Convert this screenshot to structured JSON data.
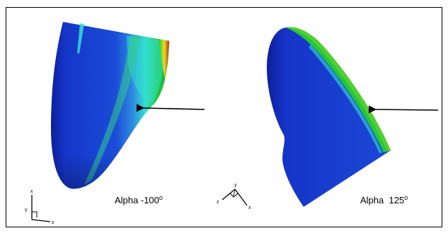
{
  "panels": [
    {
      "label": "Alpha -100",
      "superscript": "o"
    },
    {
      "label": "Alpha  125",
      "superscript": "o"
    }
  ],
  "axes_left": {
    "x": "x",
    "y": "y",
    "z": "z"
  },
  "axes_right": {
    "x": "x",
    "y": "y",
    "z": "z"
  },
  "colors": {
    "body_blue": "#1535c8",
    "deep_blue": "#0d1f9c",
    "cyan": "#33e0d0",
    "green": "#22c83a",
    "yellow": "#e4e020",
    "red": "#c82010",
    "frame": "#000000",
    "arrow": "#000000"
  }
}
